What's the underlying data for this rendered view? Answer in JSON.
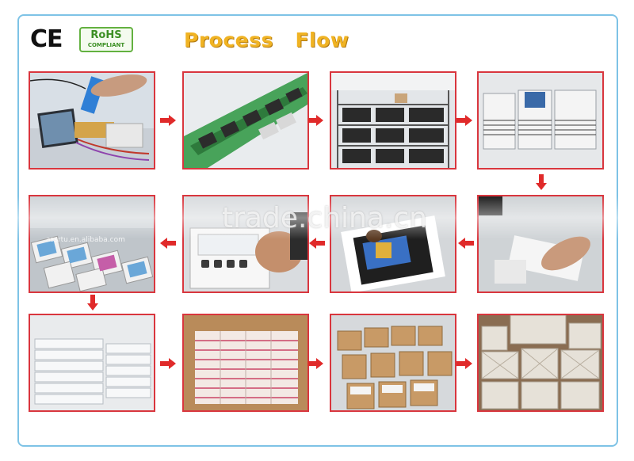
{
  "marks": {
    "ce": "CE",
    "rohs_top": "RoHS",
    "rohs_bottom": "COMPLIANT"
  },
  "title": "Process   Flow",
  "colors": {
    "frame": "#7ec3e6",
    "photo_border": "#d9363e",
    "arrow": "#e02a2a",
    "title": "#f0b323",
    "rohs": "#3c8f24"
  },
  "steps": [
    {
      "row": 1,
      "col": 1
    },
    {
      "row": 1,
      "col": 2
    },
    {
      "row": 1,
      "col": 3
    },
    {
      "row": 1,
      "col": 4
    },
    {
      "row": 2,
      "col": 4
    },
    {
      "row": 2,
      "col": 3
    },
    {
      "row": 2,
      "col": 2
    },
    {
      "row": 2,
      "col": 1
    },
    {
      "row": 3,
      "col": 1
    },
    {
      "row": 3,
      "col": 2
    },
    {
      "row": 3,
      "col": 3
    },
    {
      "row": 3,
      "col": 4
    }
  ],
  "flow_arrows": [
    {
      "from": 1,
      "to": 2,
      "direction": "right"
    },
    {
      "from": 2,
      "to": 3,
      "direction": "right"
    },
    {
      "from": 3,
      "to": 4,
      "direction": "right"
    },
    {
      "from": 4,
      "to": 5,
      "direction": "down"
    },
    {
      "from": 5,
      "to": 6,
      "direction": "left"
    },
    {
      "from": 6,
      "to": 7,
      "direction": "left"
    },
    {
      "from": 7,
      "to": 8,
      "direction": "left"
    },
    {
      "from": 8,
      "to": 9,
      "direction": "down"
    },
    {
      "from": 9,
      "to": 10,
      "direction": "right"
    },
    {
      "from": 10,
      "to": 11,
      "direction": "right"
    },
    {
      "from": 11,
      "to": 12,
      "direction": "right"
    }
  ],
  "watermark": "trade.china.cn",
  "shop_mark": "assrtu.en.alibaba.com"
}
